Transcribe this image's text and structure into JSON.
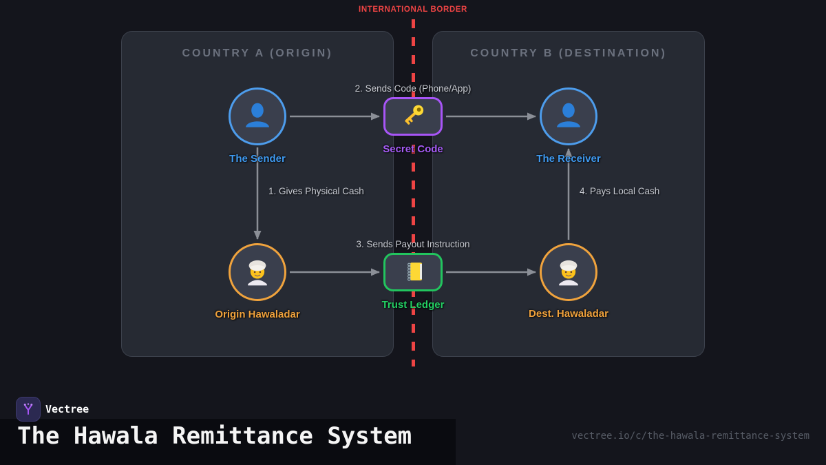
{
  "border": {
    "label": "INTERNATIONAL BORDER",
    "color": "#ef4444"
  },
  "countries": [
    {
      "title": "COUNTRY A (ORIGIN)"
    },
    {
      "title": "COUNTRY B (DESTINATION)"
    }
  ],
  "nodes": [
    {
      "id": "sender",
      "label": "The Sender",
      "icon": "person-icon",
      "shape": "circle",
      "accent": "#4d9ded"
    },
    {
      "id": "secret-code",
      "label": "Secret Code",
      "icon": "key-icon",
      "shape": "rect",
      "accent": "#a855f7"
    },
    {
      "id": "receiver",
      "label": "The Receiver",
      "icon": "person-icon",
      "shape": "circle",
      "accent": "#4d9ded"
    },
    {
      "id": "origin-hawaladar",
      "label": "Origin Hawaladar",
      "icon": "turban-person-icon",
      "shape": "circle",
      "accent": "#f0a33d"
    },
    {
      "id": "trust-ledger",
      "label": "Trust Ledger",
      "icon": "ledger-icon",
      "shape": "rect",
      "accent": "#22c55e"
    },
    {
      "id": "dest-hawaladar",
      "label": "Dest. Hawaladar",
      "icon": "turban-person-icon",
      "shape": "circle",
      "accent": "#f0a33d"
    }
  ],
  "edges": [
    {
      "label": "1. Gives Physical Cash"
    },
    {
      "label": "2. Sends Code (Phone/App)"
    },
    {
      "label": "3. Sends Payout Instruction"
    },
    {
      "label": "4. Pays Local Cash"
    }
  ],
  "arrow_color": "#8b8f97",
  "footer": {
    "brand": "Vectree",
    "brand_color": "#a855f7",
    "title": "The Hawala Remittance System",
    "url": "vectree.io/c/the-hawala-remittance-system"
  }
}
